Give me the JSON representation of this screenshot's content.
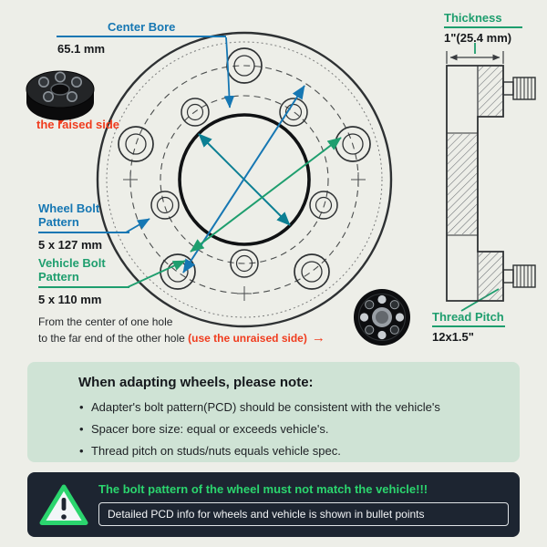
{
  "colors": {
    "background": "#edeee8",
    "blue": "#1677b3",
    "green": "#1e9e6e",
    "teal": "#0c7f93",
    "red": "#f03c1e",
    "note_box_bg": "#cfe3d5",
    "warning_bg": "#1d2531",
    "warning_green": "#2bd56e"
  },
  "icons": {
    "arrow_right": "→"
  },
  "callouts": {
    "center_bore": {
      "label": "Center Bore",
      "value": "65.1 mm"
    },
    "thickness": {
      "label": "Thickness",
      "value": "1\"(25.4 mm)"
    },
    "raised_side": "the raised side",
    "wheel_bolt_pattern": {
      "label": "Wheel Bolt Pattern",
      "value": "5 x 127 mm"
    },
    "vehicle_bolt_pattern": {
      "label": "Vehicle Bolt Pattern",
      "value": "5 x 110 mm"
    },
    "thread_pitch": {
      "label": "Thread Pitch",
      "value": "12x1.5\""
    },
    "measure_line1": "From the center of one hole",
    "measure_line2": "to the far end of the other hole ",
    "measure_highlight": "(use the unraised side)"
  },
  "note_box": {
    "title": "When adapting wheels, please note:",
    "bullets": [
      "Adapter's bolt pattern(PCD) should be consistent with the vehicle's",
      "Spacer bore size: equal or exceeds vehicle's.",
      "Thread pitch on studs/nuts equals vehicle spec."
    ]
  },
  "warning": {
    "headline": "The bolt pattern of the wheel must not match the vehicle!!!",
    "detail": "Detailed PCD info for wheels and vehicle is shown in bullet points"
  }
}
